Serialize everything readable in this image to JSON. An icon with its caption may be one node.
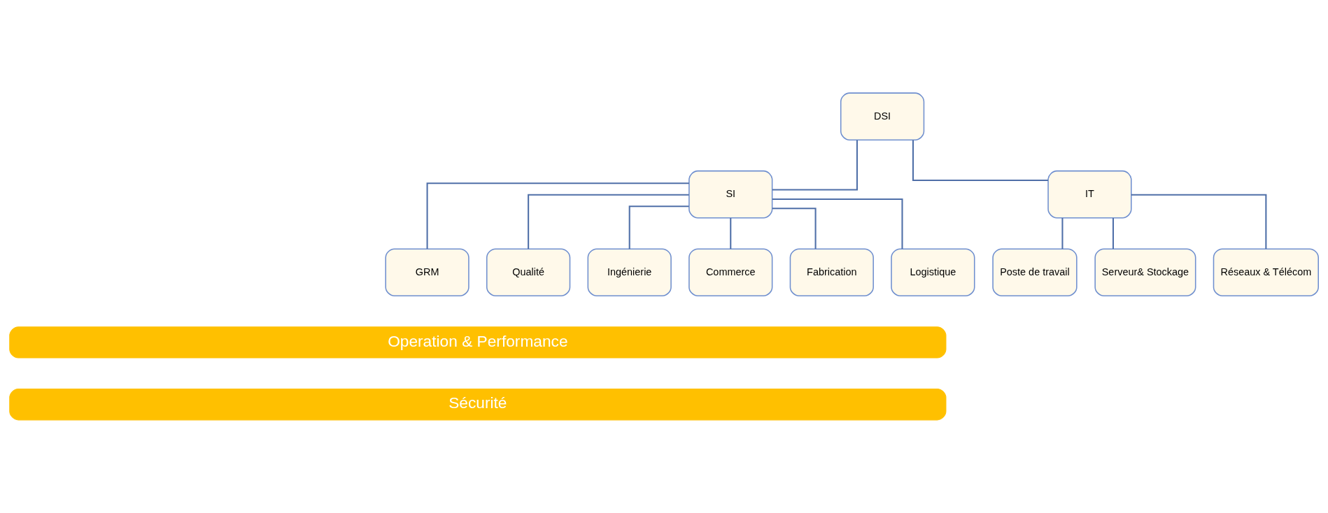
{
  "diagram": {
    "nodes": [
      {
        "text": [
          "DSI"
        ]
      },
      {
        "text": [
          "SI"
        ]
      },
      {
        "text": [
          "IT"
        ]
      },
      {
        "text": [
          "GRM"
        ]
      },
      {
        "text": [
          "Qualité"
        ]
      },
      {
        "text": [
          "Ingénierie"
        ]
      },
      {
        "text": [
          "Commerce"
        ]
      },
      {
        "text": [
          "Fabrication"
        ]
      },
      {
        "text": [
          "Logistique"
        ]
      },
      {
        "text": [
          "Poste de travail"
        ]
      },
      {
        "text": [
          "Serveur& Stockage"
        ]
      },
      {
        "text": [
          "Réseaux & Télécom"
        ]
      },
      {
        "text": [
          "Operation & Performance"
        ]
      },
      {
        "text": [
          "Sécurité"
        ]
      }
    ],
    "edges": [
      {
        "from": 0,
        "to": 1,
        "arrow": "none"
      },
      {
        "from": 0,
        "to": 2,
        "arrow": "none"
      },
      {
        "from": 1,
        "to": 3,
        "arrow": "none"
      },
      {
        "from": 1,
        "to": 4,
        "arrow": "none"
      },
      {
        "from": 1,
        "to": 5,
        "arrow": "none"
      },
      {
        "from": 1,
        "to": 6,
        "arrow": "none"
      },
      {
        "from": 1,
        "to": 7,
        "arrow": "none"
      },
      {
        "from": 1,
        "to": 8,
        "arrow": "none"
      },
      {
        "from": 2,
        "to": 9,
        "arrow": "none"
      },
      {
        "from": 2,
        "to": 10,
        "arrow": "none"
      },
      {
        "from": 2,
        "to": 11,
        "arrow": "none"
      }
    ]
  }
}
